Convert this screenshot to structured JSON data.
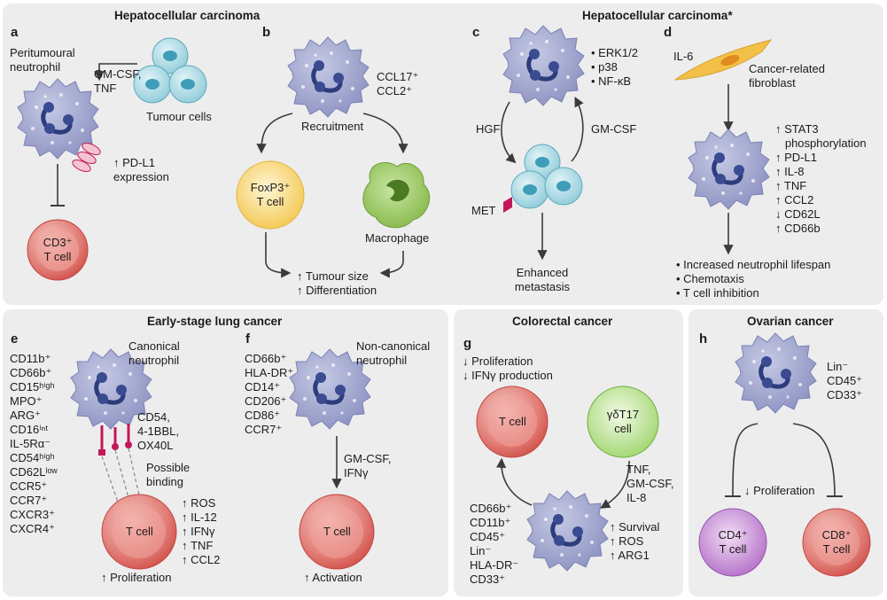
{
  "headers": {
    "top_left": "Hepatocellular carcinoma",
    "top_right": "Hepatocellular carcinoma*",
    "bottom_left": "Early-stage lung cancer",
    "bottom_mid": "Colorectal cancer",
    "bottom_right": "Ovarian cancer"
  },
  "panel_a": {
    "letter": "a",
    "neutrophil": "Peritumoural\nneutrophil",
    "cytokines": "GM-CSF,\nTNF",
    "tumour": "Tumour cells",
    "pdl1": "↑ PD-L1\nexpression",
    "tcell": "CD3⁺\nT cell"
  },
  "panel_b": {
    "letter": "b",
    "chemokines": "CCL17⁺\nCCL2⁺",
    "recruitment": "Recruitment",
    "treg": "FoxP3⁺\nT cell",
    "macrophage": "Macrophage",
    "outcome": "↑ Tumour size\n↑ Differentiation"
  },
  "panel_c": {
    "letter": "c",
    "signals": "• ERK1/2\n• p38\n• NF-κB",
    "hgf": "HGF",
    "gmcsf": "GM-CSF",
    "met": "MET",
    "outcome": "Enhanced\nmetastasis"
  },
  "panel_d": {
    "letter": "d",
    "il6": "IL-6",
    "fibroblast": "Cancer-related\nfibroblast",
    "changes": "↑ STAT3\n   phosphorylation\n↑ PD-L1\n↑ IL-8\n↑ TNF\n↑ CCL2\n↓ CD62L\n↑ CD66b",
    "outcomes": "• Increased neutrophil lifespan\n• Chemotaxis\n• T cell inhibition"
  },
  "panel_e": {
    "letter": "e",
    "neutrophil": "Canonical\nneutrophil",
    "markers": "CD11b⁺\nCD66b⁺\nCD15ʰⁱᵍʰ\nMPO⁺\nARG⁺\nCD16ⁱⁿᵗ\nIL-5Rα⁻\nCD54ʰⁱᵍʰ\nCD62Lˡᵒʷ\nCCR5⁺\nCCR7⁺\nCXCR3⁺\nCXCR4⁺",
    "ligands": "CD54,\n4-1BBL,\nOX40L",
    "binding": "Possible\nbinding",
    "tcell": "T cell",
    "effects": "↑ ROS\n↑ IL-12\n↑ IFNγ\n↑ TNF\n↑ CCL2",
    "outcome": "↑ Proliferation"
  },
  "panel_f": {
    "letter": "f",
    "neutrophil": "Non-canonical\nneutrophil",
    "markers": "CD66b⁺\nHLA-DR⁺\nCD14⁺\nCD206⁺\nCD86⁺\nCCR7⁺",
    "cytokines": "GM-CSF,\nIFNγ",
    "tcell": "T cell",
    "outcome": "↑ Activation"
  },
  "panel_g": {
    "letter": "g",
    "effects_top": "↓ Proliferation\n↓ IFNγ production",
    "tcell": "T cell",
    "gdt17": "γδT17\ncell",
    "cytokines": "TNF,\nGM-CSF,\nIL-8",
    "markers": "CD66b⁺\nCD11b⁺\nCD45⁺\nLin⁻\nHLA-DR⁻\nCD33⁺",
    "effects": "↑ Survival\n↑ ROS\n↑ ARG1"
  },
  "panel_h": {
    "letter": "h",
    "markers": "Lin⁻\nCD45⁺\nCD33⁺",
    "outcome": "↓ Proliferation",
    "cd4": "CD4⁺\nT cell",
    "cd8": "CD8⁺\nT cell"
  },
  "colors": {
    "panel": "#ededee",
    "neutrophil": "#9aa0c9",
    "nucleus": "#2c3c7c",
    "tcell": "#d9534f",
    "tumour": "#9fd3df",
    "macrophage": "#8fbf4f",
    "treg": "#f6d36a",
    "gdt": "#a8d97a",
    "cd4": "#b571c7",
    "met": "#c2185b",
    "fibroblast": "#f2c046"
  }
}
